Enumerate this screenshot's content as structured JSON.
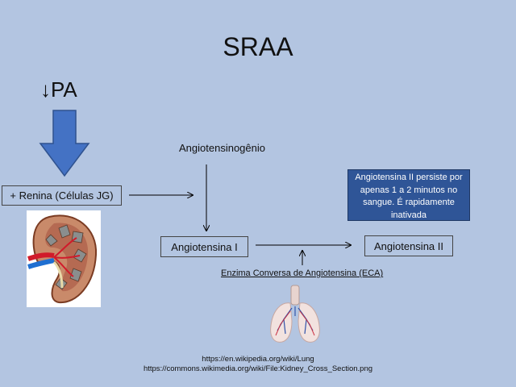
{
  "title": "SRAA",
  "pa_label": "↓PA",
  "renina_label": "+ Renina (Células JG)",
  "angiotensinogen_label": "Angiotensinogênio",
  "angiotensin1_label": "Angiotensina I",
  "angiotensin2_label": "Angiotensina II",
  "note_text": "Angiotensina II persiste por apenas 1 a 2 minutos no sangue. É rapidamente inativada",
  "eca_label": "Enzima Conversa de Angiotensina (ECA)",
  "sources": [
    "https://en.wikipedia.org/wiki/Lung",
    "https://commons.wikimedia.org/wiki/File:Kidney_Cross_Section.png"
  ],
  "colors": {
    "background": "#b3c5e1",
    "arrow_fill": "#4472c4",
    "note_fill": "#2f5597"
  },
  "icons": {
    "kidney": "kidney-cross-section-image",
    "lungs": "lungs-image"
  }
}
